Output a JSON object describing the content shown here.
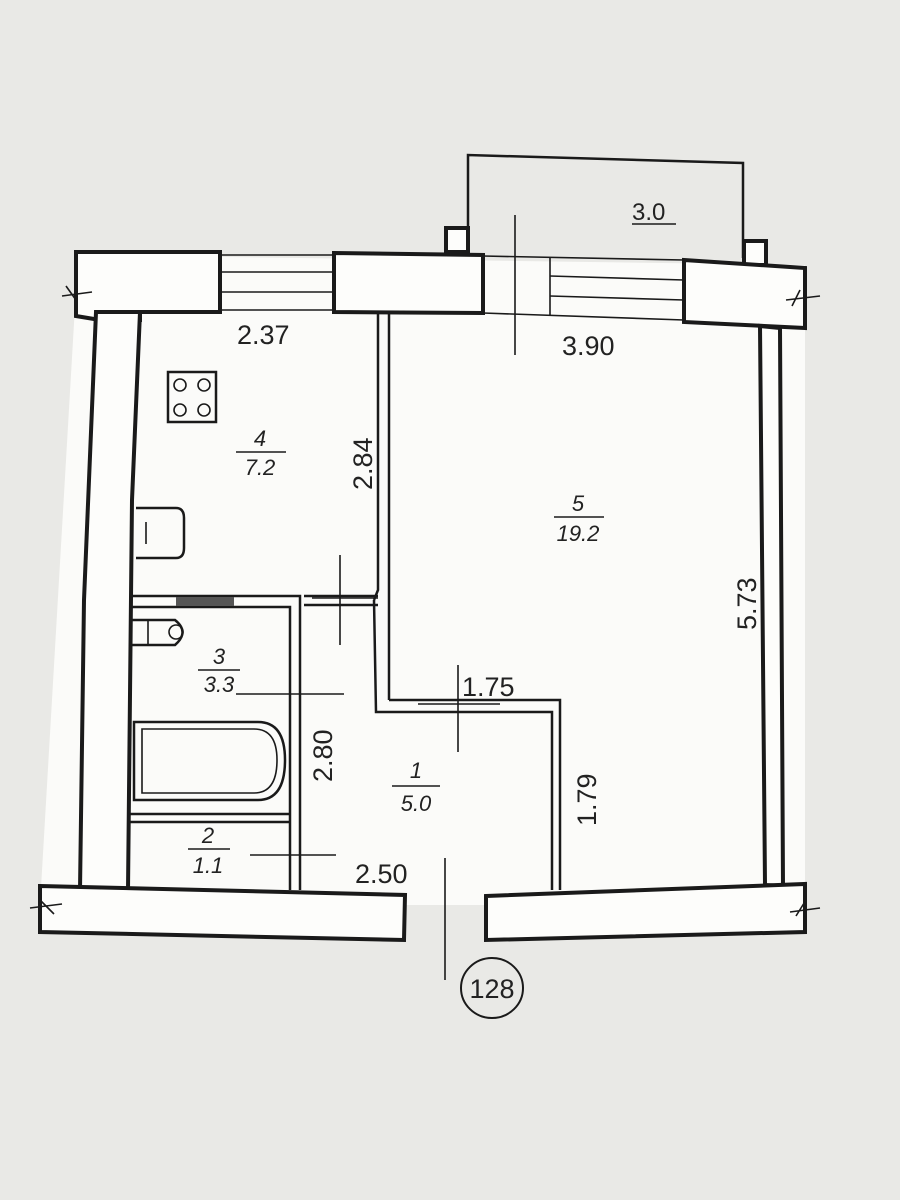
{
  "apartment_number": "128",
  "rooms": [
    {
      "number": "1",
      "area": "5.0"
    },
    {
      "number": "2",
      "area": "1.1"
    },
    {
      "number": "3",
      "area": "3.3"
    },
    {
      "number": "4",
      "area": "7.2"
    },
    {
      "number": "5",
      "area": "19.2"
    }
  ],
  "balcony_area": "3.0",
  "dimensions": {
    "kitchen_width": "2.37",
    "kitchen_length": "2.84",
    "living_width": "3.90",
    "living_length": "5.73",
    "hall_width": "2.50",
    "hall_length": "2.80",
    "corridor_width": "1.75",
    "corridor_length": "1.79"
  },
  "colors": {
    "paper": "#e9e9e6",
    "plan": "#fdfdfb",
    "ink": "#1a1a1a"
  }
}
